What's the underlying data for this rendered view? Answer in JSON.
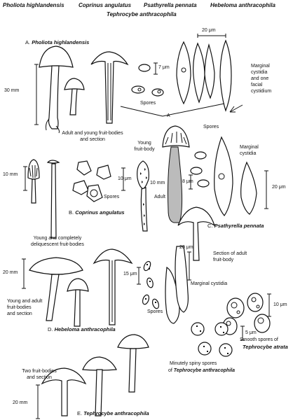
{
  "header": {
    "species": [
      "Pholiota highlandensis",
      "Coprinus angulatus",
      "Psathyrella pennata",
      "Hebeloma anthracophila"
    ],
    "species_line2": "Tephrocybe anthracophila"
  },
  "panel_a": {
    "letter": "A.",
    "name": "Pholiota highlandensis",
    "scale_size": "30 mm",
    "scale_micro_top": "20 μm",
    "scale_spores": "7 μm",
    "cystidia_label": "Marginal\ncystidia\nand one\nfacial\ncystidium",
    "spores_label": "Spores",
    "arrow_label": "A",
    "caption": "Adult and young fruit-bodies\nand section"
  },
  "panel_b": {
    "letter": "B.",
    "name": "Coprinus angulatus",
    "scale_size": "10 mm",
    "scale_spores": "10 μm",
    "spores_label": "Spores",
    "caption": "Young and completely\ndeliquescent fruit-bodies"
  },
  "panel_c": {
    "letter": "C.",
    "name": "Psathyrella pennata",
    "young_label": "Young\nfruit-body",
    "spores_label": "Spores",
    "cystidia_label": "Marginal\ncystidia",
    "scale_size": "10 mm",
    "scale_spores": "8 μm",
    "scale_cyst": "20 μm",
    "adult_label": "Adult"
  },
  "panel_d": {
    "letter": "D.",
    "name": "Hebeloma anthracophila",
    "scale_size": "20 mm",
    "caption": "Young and adult\nfruit-bodies\nand section",
    "scale_spores": "15 μm",
    "spores_label": "Spores",
    "scale_cyst": "20 μm",
    "section_label": "Section of adult\nfruit-body",
    "cystidia_label": "Marginal cystidia"
  },
  "tephrocybe_atrata": {
    "scale": "10 μm",
    "caption": "Smooth spores of",
    "name": "Tephrocybe atrata"
  },
  "panel_e": {
    "letter": "E.",
    "name": "Tephrocybe anthracophila",
    "scale_size": "20 mm",
    "caption": "Two fruit-bodies\nand section",
    "scale_spores": "5 μm",
    "spores_caption": "Minutely spiny spores",
    "spores_of": "of",
    "spores_name": "Tephrocybe anthracophila"
  }
}
